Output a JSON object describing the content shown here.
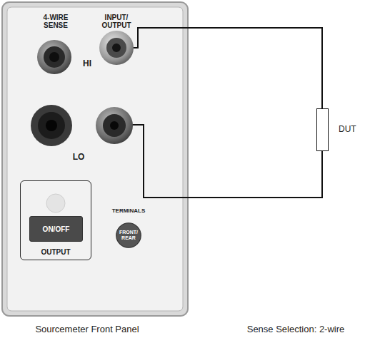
{
  "diagram": {
    "nodes": [
      {
        "text": [
          "OUTPUT"
        ]
      },
      {
        "text": [
          "ON/OFF"
        ],
        "in": 0
      },
      {
        "text": [
          "FRONT/ REAR"
        ]
      },
      {
        "text": [
          "DUT"
        ]
      }
    ],
    "labels": [
      "4-WIRE SENSE",
      "INPUT/ OUTPUT",
      "HI",
      "LO",
      "TERMINALS",
      "Sourcemeter Front Panel",
      "Sense Selection: 2-wire"
    ]
  }
}
